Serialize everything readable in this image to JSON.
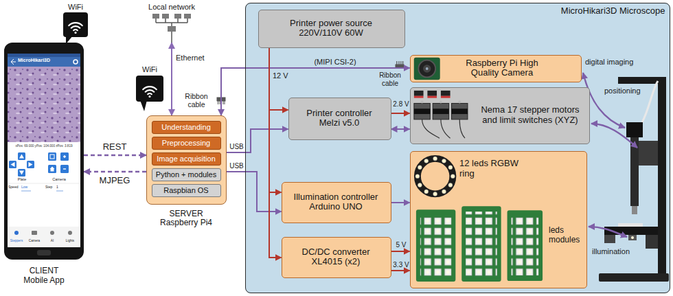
{
  "diagram": {
    "nodes": [
      {
        "text": [
          "CLIENT Mobile App"
        ]
      },
      {
        "text": [
          "Local network"
        ]
      },
      {
        "text": [
          "SERVER Raspberry Pi4"
        ]
      },
      {
        "text": [
          "Understanding"
        ],
        "in": 2
      },
      {
        "text": [
          "Preprocessing"
        ],
        "in": 2
      },
      {
        "text": [
          "Image acquisition"
        ],
        "in": 2
      },
      {
        "text": [
          "Python + modules"
        ],
        "in": 2
      },
      {
        "text": [
          "Raspbian OS"
        ],
        "in": 2
      },
      {
        "text": [
          "MicroHikari3D Microscope"
        ]
      },
      {
        "text": [
          "Printer power source 220V/110V 60W"
        ],
        "in": 8
      },
      {
        "text": [
          "Raspberry Pi High Quality Camera"
        ],
        "in": 8
      },
      {
        "text": [
          "Printer controller Melzi v5.0"
        ],
        "in": 8
      },
      {
        "text": [
          "Nema 17 stepper motors and limit switches (XYZ)"
        ],
        "in": 8
      },
      {
        "text": [
          "Illumination controller Arduino UNO"
        ],
        "in": 8
      },
      {
        "text": [
          "12 leds RGBW ring",
          "leds modules"
        ],
        "in": 8
      },
      {
        "text": [
          "DC/DC converter XL4015 (x2)"
        ],
        "in": 8
      }
    ],
    "edges": [
      {
        "from": 0,
        "to": 2,
        "label": "REST",
        "arrow": "to"
      },
      {
        "from": 2,
        "to": 0,
        "label": "MJPEG",
        "arrow": "to"
      },
      {
        "from": 1,
        "to": 2,
        "label": "Ethernet",
        "arrow": "both"
      },
      {
        "from": 2,
        "to": 10,
        "arrow": "both"
      },
      {
        "from": 2,
        "to": 11,
        "arrow": "to"
      },
      {
        "from": 2,
        "to": 13,
        "arrow": "to"
      },
      {
        "from": 9,
        "to": 11,
        "label": "12 V",
        "arrow": "to"
      },
      {
        "from": 9,
        "to": 13,
        "arrow": "to"
      },
      {
        "from": 9,
        "to": 15,
        "arrow": "to"
      },
      {
        "from": 11,
        "to": 12,
        "label": "2.8 V",
        "arrow": "to"
      },
      {
        "from": 11,
        "to": 12,
        "arrow": "both"
      },
      {
        "from": 13,
        "to": 14,
        "arrow": "to"
      },
      {
        "from": 15,
        "to": 14,
        "label": "5 V",
        "arrow": "to"
      },
      {
        "from": 15,
        "to": 14,
        "label": "3.3 V",
        "arrow": "to"
      }
    ],
    "labels": [
      "WiFi",
      "WiFi",
      "Ribbon cable",
      "(MIPI CSI-2)",
      "Ribbon cable",
      "USB",
      "USB",
      "MicroHikari3D",
      "xPos: 69.000 yPos: 104.000 zPos: 3.819",
      "Plate",
      "Camera",
      "Speed",
      "Low",
      "Step",
      "1",
      "Steppers",
      "Camera",
      "AI",
      "Lights",
      "digital imaging",
      "positioning",
      "illumination"
    ]
  }
}
